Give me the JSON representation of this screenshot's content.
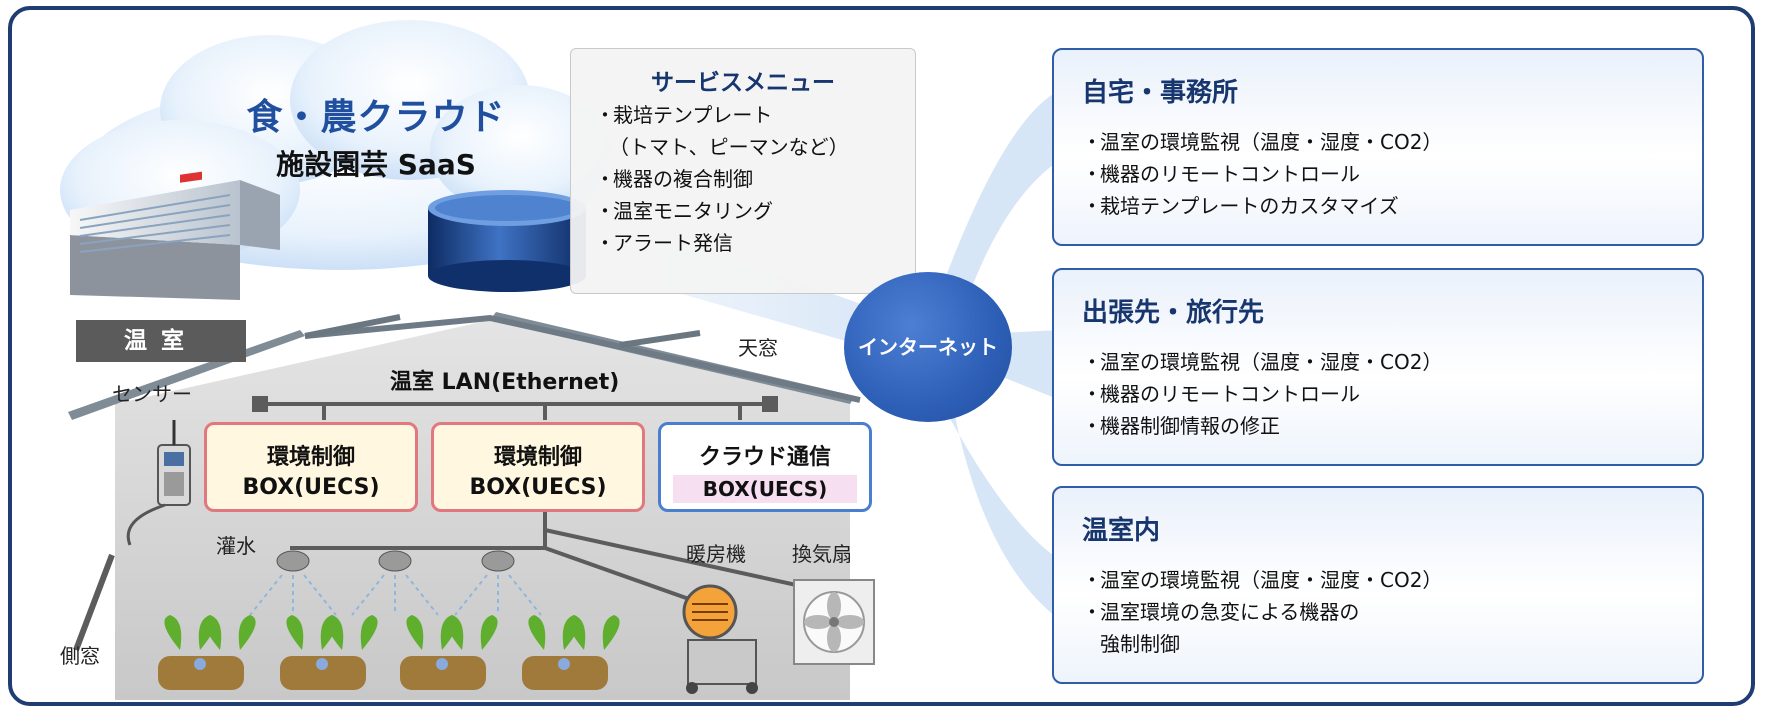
{
  "cloud": {
    "title": "食・農クラウド",
    "subtitle": "施設園芸 SaaS"
  },
  "service_menu": {
    "title": "サービスメニュー",
    "items": [
      "栽培テンプレート",
      "（トマト、ピーマンなど）",
      "機器の複合制御",
      "温室モニタリング",
      "アラート発信"
    ]
  },
  "greenhouse": {
    "label": "温室",
    "sensor_label": "センサー",
    "skylight_label": "天窓",
    "lan_label": "温室 LAN(Ethernet)",
    "irrigation_label": "灌水",
    "side_window_label": "側窓",
    "heater_label": "暖房機",
    "fan_label": "換気扇",
    "boxes": [
      {
        "line1": "環境制御",
        "line2": "BOX(UECS)"
      },
      {
        "line1": "環境制御",
        "line2": "BOX(UECS)"
      },
      {
        "line1": "クラウド通信",
        "line2": "BOX(UECS)"
      }
    ]
  },
  "internet_label": "インターネット",
  "panels": [
    {
      "title": "自宅・事務所",
      "items": [
        "温室の環境監視（温度・湿度・CO2）",
        "機器のリモートコントロール",
        "栽培テンプレートのカスタマイズ"
      ]
    },
    {
      "title": "出張先・旅行先",
      "items": [
        "温室の環境監視（温度・湿度・CO2）",
        "機器のリモートコントロール",
        "機器制御情報の修正"
      ]
    },
    {
      "title": "温室内",
      "items": [
        "温室の環境監視（温度・湿度・CO2）",
        "温室環境の急変による機器の",
        "強制制御"
      ]
    }
  ],
  "colors": {
    "frame": "#1f3c73",
    "brand_blue": "#1f4f9e",
    "box_red": "#e2787f",
    "box_blue": "#4a7fd0",
    "internet_blue": "#2d5fb7"
  }
}
